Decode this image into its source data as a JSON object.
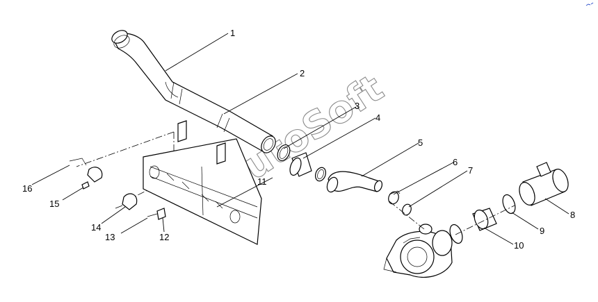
{
  "watermark": "AutoSoft",
  "callouts": [
    {
      "id": "1",
      "label": "1"
    },
    {
      "id": "2",
      "label": "2"
    },
    {
      "id": "3",
      "label": "3"
    },
    {
      "id": "4",
      "label": "4"
    },
    {
      "id": "5",
      "label": "5"
    },
    {
      "id": "6",
      "label": "6"
    },
    {
      "id": "7",
      "label": "7"
    },
    {
      "id": "8",
      "label": "8"
    },
    {
      "id": "9",
      "label": "9"
    },
    {
      "id": "10",
      "label": "10"
    },
    {
      "id": "11",
      "label": "11"
    },
    {
      "id": "12",
      "label": "12"
    },
    {
      "id": "13",
      "label": "13"
    },
    {
      "id": "14",
      "label": "14"
    },
    {
      "id": "15",
      "label": "15"
    },
    {
      "id": "16",
      "label": "16"
    }
  ]
}
